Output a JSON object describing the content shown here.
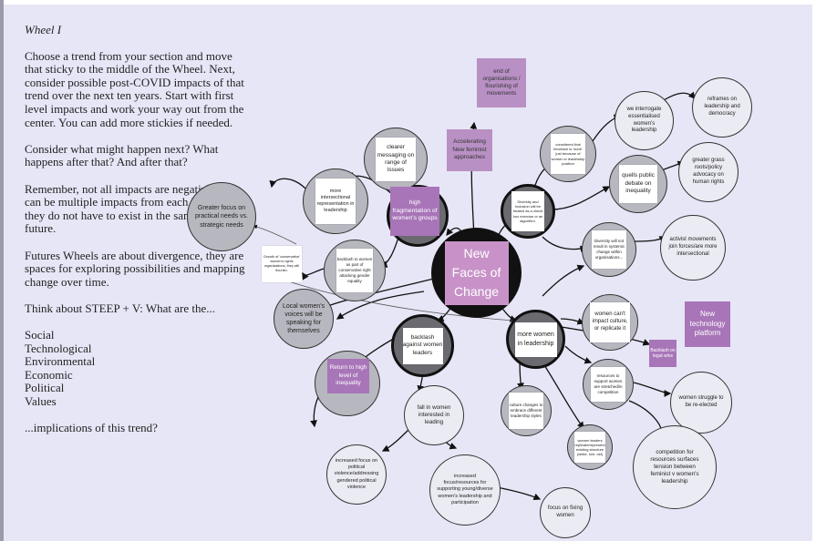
{
  "instructions": {
    "title": "Wheel I",
    "paragraphs": [
      "Choose a trend from your section and move that sticky to the middle of the Wheel. Next, consider possible post-COVID impacts of that trend over the next ten years. Start with first level impacts and work your way out from the center. You can add more stickies if needed.",
      "Consider what might happen next? What happens after that? And after that?",
      "Remember, not all impacts are negative, there can be multiple impacts from each level, and they do not have to exist in the same possible future.",
      "Futures Wheels are about divergence, they are spaces for exploring possibilities and mapping change over time.",
      "Think about STEEP + V: What are the...",
      "Social\nTechnological\nEnvironmental\nEconomic\nPolitical\nValues",
      "...implications of this trend?"
    ]
  },
  "center": {
    "label": "New Faces of Change"
  },
  "first_level": {
    "high_fragmentation": "high fragmentation of women's groups",
    "diversity_checkbox": "Diversity and Inclusion will be treated as a check box exercise or an algorithm.",
    "backlash": "backlash against women leaders",
    "more_women": "more women in leadership"
  },
  "nodes": {
    "clearer_messaging": "clearer messaging on range of issues",
    "more_intersectional": "more intersectional representation in leadership",
    "backlash_conservative": "backlash to women as part of conservative right attacking gender equality",
    "considered_feminism": "considered that feminism is 'done' just because of women in leadership position",
    "quells_public_debate": "quells public debate on inequality",
    "diversity_not_result": "Diversity will not result in systemic change within organisations...",
    "we_interrogate": "we interrogate essentialised women's leadership",
    "reframes": "reframes on leadership and democracy",
    "greater_grass_roots": "greater grass roots/policy advocacy on human rights",
    "activist_movements": "activist movements join forces/are more intersectional",
    "greater_focus": "Greater focus on practical needs vs. strategic needs",
    "local_voices": "Local women's voices will be speaking for themselves",
    "return_inequality": "Return to high level of inequality",
    "fall_interest": "fall in women interested in leading",
    "increased_political": "increased focus on political violence/addressing gendered political violence",
    "increased_resources": "increased focus/resources for supporting young/diverse women's leadership and participation",
    "focus_fixing": "focus on fixing women",
    "culture_changes": "culture changes to embrace different leadership styles",
    "women_replicate": "women leaders replicate/represent existing structure (white, rich, old)",
    "resources_support": "resources to support women are stretched/in competition",
    "women_cant_impact": "women can't impact culture, or replicate it",
    "women_struggle": "women struggle to be re-elected",
    "competition_resources": "competition for resources surfaces tension between feminist v women's leadership"
  },
  "free_notes": {
    "growth_conservative": "Growth of 'conservative' women's rights organisations, they will flourish."
  },
  "stickies": {
    "end_of_organisations": "end of organisations / flourishing of movements",
    "accelerating": "Accelerating New feminist approaches",
    "high_fragmentation": "high fragmentation of women's groups",
    "new_technology": "New technology platform",
    "backlash_legal": "Backlash on legal wins",
    "return_inequality": "Return to high level of inequality"
  }
}
